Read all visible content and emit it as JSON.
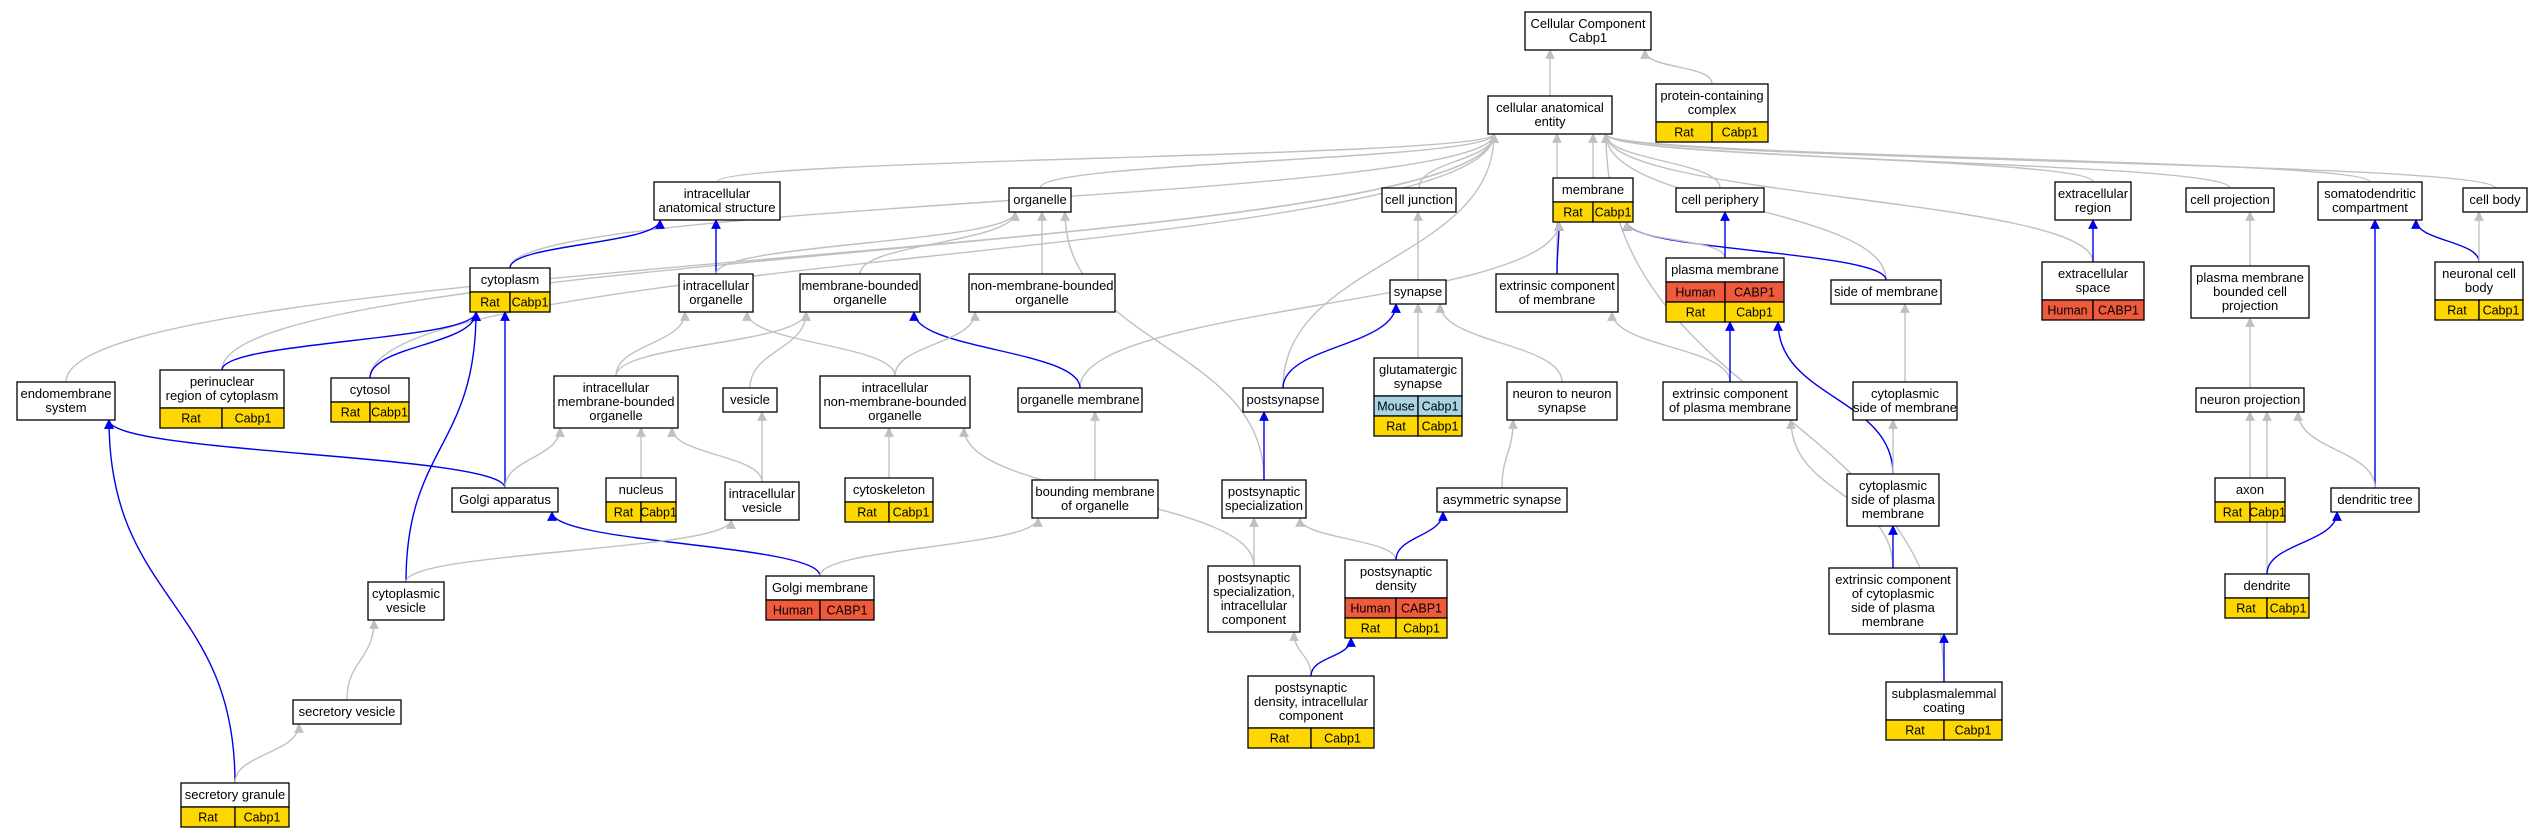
{
  "diagram": {
    "colors": {
      "edge_default": "#c0c0c0",
      "edge_highlight": "#0000ee",
      "species": {
        "Rat": "#ffd700",
        "Human": "#f05a3c",
        "Mouse": "#a8d4e6"
      }
    },
    "nodes": [
      {
        "id": "cc",
        "lines": [
          "Cellular Component",
          "Cabp1"
        ],
        "badges": []
      },
      {
        "id": "pcc",
        "lines": [
          "protein-containing",
          "complex"
        ],
        "badges": [
          {
            "species": "Rat",
            "gene": "Cabp1"
          }
        ]
      },
      {
        "id": "cae",
        "lines": [
          "cellular anatomical",
          "entity"
        ],
        "badges": []
      },
      {
        "id": "ias",
        "lines": [
          "intracellular",
          "anatomical structure"
        ],
        "badges": []
      },
      {
        "id": "organelle",
        "lines": [
          "organelle"
        ],
        "badges": []
      },
      {
        "id": "celljunction",
        "lines": [
          "cell junction"
        ],
        "badges": []
      },
      {
        "id": "membrane",
        "lines": [
          "membrane"
        ],
        "badges": [
          {
            "species": "Rat",
            "gene": "Cabp1"
          }
        ]
      },
      {
        "id": "cellperiphery",
        "lines": [
          "cell periphery"
        ],
        "badges": []
      },
      {
        "id": "extraregion",
        "lines": [
          "extracellular",
          "region"
        ],
        "badges": []
      },
      {
        "id": "cellprojection",
        "lines": [
          "cell projection"
        ],
        "badges": []
      },
      {
        "id": "somato",
        "lines": [
          "somatodendritic",
          "compartment"
        ],
        "badges": []
      },
      {
        "id": "cellbody",
        "lines": [
          "cell body"
        ],
        "badges": []
      },
      {
        "id": "cytoplasm",
        "lines": [
          "cytoplasm"
        ],
        "badges": [
          {
            "species": "Rat",
            "gene": "Cabp1"
          }
        ]
      },
      {
        "id": "intraorg",
        "lines": [
          "intracellular",
          "organelle"
        ],
        "badges": []
      },
      {
        "id": "mbo",
        "lines": [
          "membrane-bounded",
          "organelle"
        ],
        "badges": []
      },
      {
        "id": "nmbo",
        "lines": [
          "non-membrane-bounded",
          "organelle"
        ],
        "badges": []
      },
      {
        "id": "synapse",
        "lines": [
          "synapse"
        ],
        "badges": []
      },
      {
        "id": "extcompmem",
        "lines": [
          "extrinsic component",
          "of membrane"
        ],
        "badges": []
      },
      {
        "id": "plasmamem",
        "lines": [
          "plasma membrane"
        ],
        "badges": [
          {
            "species": "Human",
            "gene": "CABP1"
          },
          {
            "species": "Rat",
            "gene": "Cabp1"
          }
        ]
      },
      {
        "id": "sidemem",
        "lines": [
          "side of membrane"
        ],
        "badges": []
      },
      {
        "id": "extraspace",
        "lines": [
          "extracellular",
          "space"
        ],
        "badges": [
          {
            "species": "Human",
            "gene": "CABP1"
          }
        ]
      },
      {
        "id": "pmbcp",
        "lines": [
          "plasma membrane",
          "bounded cell",
          "projection"
        ],
        "badges": []
      },
      {
        "id": "neuronalcellbody",
        "lines": [
          "neuronal cell",
          "body"
        ],
        "badges": [
          {
            "species": "Rat",
            "gene": "Cabp1"
          }
        ]
      },
      {
        "id": "endomem",
        "lines": [
          "endomembrane",
          "system"
        ],
        "badges": []
      },
      {
        "id": "perinuclear",
        "lines": [
          "perinuclear",
          "region of cytoplasm"
        ],
        "badges": [
          {
            "species": "Rat",
            "gene": "Cabp1"
          }
        ]
      },
      {
        "id": "cytosol",
        "lines": [
          "cytosol"
        ],
        "badges": [
          {
            "species": "Rat",
            "gene": "Cabp1"
          }
        ]
      },
      {
        "id": "imbo",
        "lines": [
          "intracellular",
          "membrane-bounded",
          "organelle"
        ],
        "badges": []
      },
      {
        "id": "vesicle",
        "lines": [
          "vesicle"
        ],
        "badges": []
      },
      {
        "id": "inmbo",
        "lines": [
          "intracellular",
          "non-membrane-bounded",
          "organelle"
        ],
        "badges": []
      },
      {
        "id": "orgmem",
        "lines": [
          "organelle membrane"
        ],
        "badges": []
      },
      {
        "id": "postsynapse",
        "lines": [
          "postsynapse"
        ],
        "badges": []
      },
      {
        "id": "glutsyn",
        "lines": [
          "glutamatergic",
          "synapse"
        ],
        "badges": [
          {
            "species": "Mouse",
            "gene": "Cabp1"
          },
          {
            "species": "Rat",
            "gene": "Cabp1"
          }
        ]
      },
      {
        "id": "n2n",
        "lines": [
          "neuron to neuron",
          "synapse"
        ],
        "badges": []
      },
      {
        "id": "ecpm",
        "lines": [
          "extrinsic component",
          "of plasma membrane"
        ],
        "badges": []
      },
      {
        "id": "cspm",
        "lines": [
          "cytoplasmic",
          "side of membrane"
        ],
        "badges": []
      },
      {
        "id": "neuronproj",
        "lines": [
          "neuron projection"
        ],
        "badges": []
      },
      {
        "id": "nucleus",
        "lines": [
          "nucleus"
        ],
        "badges": [
          {
            "species": "Rat",
            "gene": "Cabp1"
          }
        ]
      },
      {
        "id": "intravesicle",
        "lines": [
          "intracellular",
          "vesicle"
        ],
        "badges": []
      },
      {
        "id": "cytoskeleton",
        "lines": [
          "cytoskeleton"
        ],
        "badges": [
          {
            "species": "Rat",
            "gene": "Cabp1"
          }
        ]
      },
      {
        "id": "bmo",
        "lines": [
          "bounding membrane",
          "of organelle"
        ],
        "badges": []
      },
      {
        "id": "postsynspec",
        "lines": [
          "postsynaptic",
          "specialization"
        ],
        "badges": []
      },
      {
        "id": "asymsyn",
        "lines": [
          "asymmetric synapse"
        ],
        "badges": []
      },
      {
        "id": "cspm2",
        "lines": [
          "cytoplasmic",
          "side of plasma",
          "membrane"
        ],
        "badges": []
      },
      {
        "id": "axon",
        "lines": [
          "axon"
        ],
        "badges": [
          {
            "species": "Rat",
            "gene": "Cabp1"
          }
        ]
      },
      {
        "id": "dendtree",
        "lines": [
          "dendritic tree"
        ],
        "badges": []
      },
      {
        "id": "golgi",
        "lines": [
          "Golgi apparatus"
        ],
        "badges": []
      },
      {
        "id": "cytovesicle",
        "lines": [
          "cytoplasmic",
          "vesicle"
        ],
        "badges": []
      },
      {
        "id": "golgimem",
        "lines": [
          "Golgi membrane"
        ],
        "badges": [
          {
            "species": "Human",
            "gene": "CABP1"
          }
        ]
      },
      {
        "id": "psic",
        "lines": [
          "postsynaptic",
          "specialization,",
          "intracellular",
          "component"
        ],
        "badges": []
      },
      {
        "id": "psd",
        "lines": [
          "postsynaptic",
          "density"
        ],
        "badges": [
          {
            "species": "Human",
            "gene": "CABP1"
          },
          {
            "species": "Rat",
            "gene": "Cabp1"
          }
        ]
      },
      {
        "id": "ecc",
        "lines": [
          "extrinsic component",
          "of cytoplasmic",
          "side of plasma",
          "membrane"
        ],
        "badges": []
      },
      {
        "id": "dendrite",
        "lines": [
          "dendrite"
        ],
        "badges": [
          {
            "species": "Rat",
            "gene": "Cabp1"
          }
        ]
      },
      {
        "id": "secvesicle",
        "lines": [
          "secretory vesicle"
        ],
        "badges": []
      },
      {
        "id": "psdic",
        "lines": [
          "postsynaptic",
          "density, intracellular",
          "component"
        ],
        "badges": [
          {
            "species": "Rat",
            "gene": "Cabp1"
          }
        ]
      },
      {
        "id": "subplasma",
        "lines": [
          "subplasmalemmal",
          "coating"
        ],
        "badges": [
          {
            "species": "Rat",
            "gene": "Cabp1"
          }
        ]
      },
      {
        "id": "secgranule",
        "lines": [
          "secretory granule"
        ],
        "badges": [
          {
            "species": "Rat",
            "gene": "Cabp1"
          }
        ]
      }
    ],
    "edges": [
      {
        "from": "cae",
        "to": "cc",
        "highlight": false
      },
      {
        "from": "pcc",
        "to": "cc",
        "highlight": false
      },
      {
        "from": "ias",
        "to": "cae",
        "highlight": false
      },
      {
        "from": "organelle",
        "to": "cae",
        "highlight": false
      },
      {
        "from": "celljunction",
        "to": "cae",
        "highlight": false
      },
      {
        "from": "membrane",
        "to": "cae",
        "highlight": false
      },
      {
        "from": "cellperiphery",
        "to": "cae",
        "highlight": false
      },
      {
        "from": "extraregion",
        "to": "cae",
        "highlight": false
      },
      {
        "from": "cellprojection",
        "to": "cae",
        "highlight": false
      },
      {
        "from": "somato",
        "to": "cae",
        "highlight": false
      },
      {
        "from": "cellbody",
        "to": "cae",
        "highlight": false
      },
      {
        "from": "cytoplasm",
        "to": "cae",
        "highlight": false
      },
      {
        "from": "endomem",
        "to": "cae",
        "highlight": false
      },
      {
        "from": "perinuclear",
        "to": "cae",
        "highlight": false
      },
      {
        "from": "cytosol",
        "to": "cae",
        "highlight": false
      },
      {
        "from": "postsynapse",
        "to": "cae",
        "highlight": false
      },
      {
        "from": "extcompmem",
        "to": "cae",
        "highlight": false
      },
      {
        "from": "sidemem",
        "to": "cae",
        "highlight": false
      },
      {
        "from": "extraspace",
        "to": "cae",
        "highlight": false
      },
      {
        "from": "subplasma",
        "to": "cae",
        "highlight": false
      },
      {
        "from": "cytoplasm",
        "to": "ias",
        "highlight": true
      },
      {
        "from": "intraorg",
        "to": "ias",
        "highlight": true
      },
      {
        "from": "intraorg",
        "to": "organelle",
        "highlight": false
      },
      {
        "from": "mbo",
        "to": "organelle",
        "highlight": false
      },
      {
        "from": "nmbo",
        "to": "organelle",
        "highlight": false
      },
      {
        "from": "postsynspec",
        "to": "organelle",
        "highlight": false
      },
      {
        "from": "synapse",
        "to": "celljunction",
        "highlight": false
      },
      {
        "from": "extcompmem",
        "to": "membrane",
        "highlight": true
      },
      {
        "from": "sidemem",
        "to": "membrane",
        "highlight": true
      },
      {
        "from": "orgmem",
        "to": "membrane",
        "highlight": false
      },
      {
        "from": "plasmamem",
        "to": "membrane",
        "highlight": false
      },
      {
        "from": "plasmamem",
        "to": "cellperiphery",
        "highlight": true
      },
      {
        "from": "extraspace",
        "to": "extraregion",
        "highlight": true
      },
      {
        "from": "pmbcp",
        "to": "cellprojection",
        "highlight": false
      },
      {
        "from": "neuronalcellbody",
        "to": "somato",
        "highlight": true
      },
      {
        "from": "dendtree",
        "to": "somato",
        "highlight": true
      },
      {
        "from": "neuronalcellbody",
        "to": "cellbody",
        "highlight": false
      },
      {
        "from": "perinuclear",
        "to": "cytoplasm",
        "highlight": true
      },
      {
        "from": "cytosol",
        "to": "cytoplasm",
        "highlight": true
      },
      {
        "from": "golgi",
        "to": "cytoplasm",
        "highlight": true
      },
      {
        "from": "cytovesicle",
        "to": "cytoplasm",
        "highlight": true
      },
      {
        "from": "imbo",
        "to": "intraorg",
        "highlight": false
      },
      {
        "from": "inmbo",
        "to": "intraorg",
        "highlight": false
      },
      {
        "from": "imbo",
        "to": "mbo",
        "highlight": false
      },
      {
        "from": "vesicle",
        "to": "mbo",
        "highlight": false
      },
      {
        "from": "orgmem",
        "to": "mbo",
        "highlight": true
      },
      {
        "from": "inmbo",
        "to": "nmbo",
        "highlight": false
      },
      {
        "from": "postsynapse",
        "to": "synapse",
        "highlight": true
      },
      {
        "from": "glutsyn",
        "to": "synapse",
        "highlight": false
      },
      {
        "from": "n2n",
        "to": "synapse",
        "highlight": false
      },
      {
        "from": "ecpm",
        "to": "extcompmem",
        "highlight": false
      },
      {
        "from": "ecpm",
        "to": "plasmamem",
        "highlight": true
      },
      {
        "from": "cspm2",
        "to": "plasmamem",
        "highlight": true
      },
      {
        "from": "cspm",
        "to": "sidemem",
        "highlight": false
      },
      {
        "from": "neuronproj",
        "to": "pmbcp",
        "highlight": false
      },
      {
        "from": "secgranule",
        "to": "endomem",
        "highlight": true
      },
      {
        "from": "golgi",
        "to": "endomem",
        "highlight": true
      },
      {
        "from": "golgi",
        "to": "imbo",
        "highlight": false
      },
      {
        "from": "nucleus",
        "to": "imbo",
        "highlight": false
      },
      {
        "from": "intravesicle",
        "to": "imbo",
        "highlight": false
      },
      {
        "from": "intravesicle",
        "to": "vesicle",
        "highlight": false
      },
      {
        "from": "cytoskeleton",
        "to": "inmbo",
        "highlight": false
      },
      {
        "from": "psic",
        "to": "inmbo",
        "highlight": false
      },
      {
        "from": "bmo",
        "to": "orgmem",
        "highlight": false
      },
      {
        "from": "postsynspec",
        "to": "postsynapse",
        "highlight": true
      },
      {
        "from": "asymsyn",
        "to": "n2n",
        "highlight": false
      },
      {
        "from": "cspm2",
        "to": "cspm",
        "highlight": false
      },
      {
        "from": "axon",
        "to": "neuronproj",
        "highlight": false
      },
      {
        "from": "dendtree",
        "to": "neuronproj",
        "highlight": false
      },
      {
        "from": "dendrite",
        "to": "neuronproj",
        "highlight": false
      },
      {
        "from": "golgimem",
        "to": "golgi",
        "highlight": true
      },
      {
        "from": "golgimem",
        "to": "bmo",
        "highlight": false
      },
      {
        "from": "cytovesicle",
        "to": "intravesicle",
        "highlight": false
      },
      {
        "from": "psic",
        "to": "postsynspec",
        "highlight": false
      },
      {
        "from": "psd",
        "to": "postsynspec",
        "highlight": false
      },
      {
        "from": "psd",
        "to": "asymsyn",
        "highlight": true
      },
      {
        "from": "ecc",
        "to": "ecpm",
        "highlight": false
      },
      {
        "from": "ecc",
        "to": "cspm2",
        "highlight": true
      },
      {
        "from": "dendrite",
        "to": "dendtree",
        "highlight": true
      },
      {
        "from": "secvesicle",
        "to": "cytovesicle",
        "highlight": false
      },
      {
        "from": "secgranule",
        "to": "secvesicle",
        "highlight": false
      },
      {
        "from": "psdic",
        "to": "psic",
        "highlight": false
      },
      {
        "from": "psdic",
        "to": "psd",
        "highlight": true
      },
      {
        "from": "subplasma",
        "to": "ecc",
        "highlight": true
      }
    ]
  }
}
